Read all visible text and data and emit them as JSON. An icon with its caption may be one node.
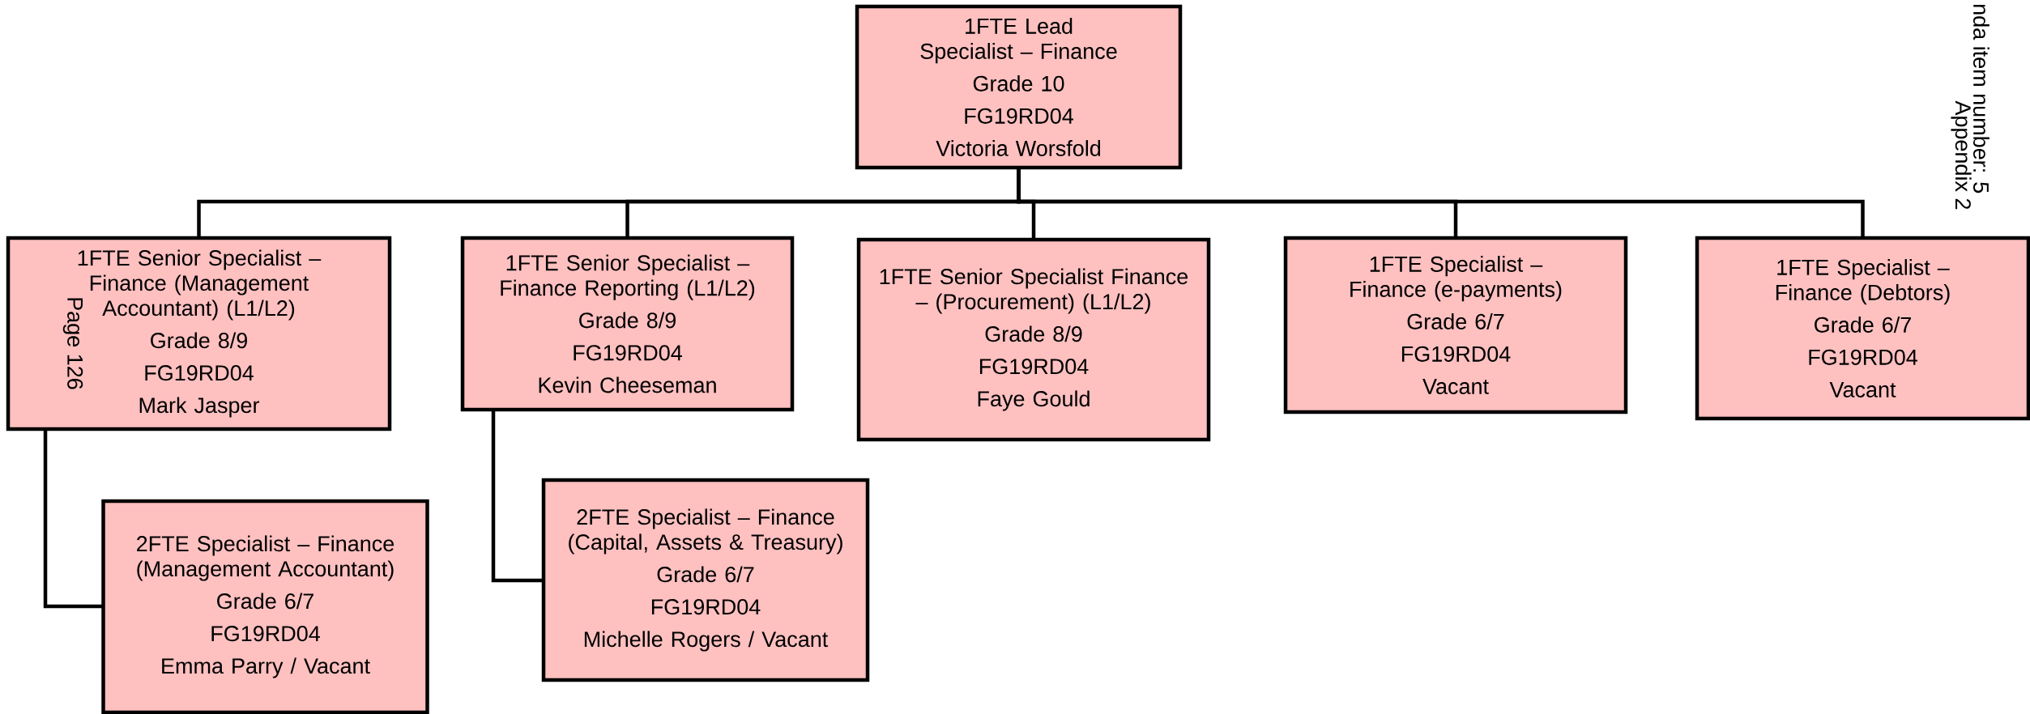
{
  "diagram": {
    "nodes": [
      {
        "text": [
          "1FTE Lead Specialist – Finance",
          "Grade 10",
          "FG19RD04",
          "Victoria Worsfold"
        ]
      },
      {
        "text": [
          "1FTE Senior Specialist – Finance (Management Accountant) (L1/L2)",
          "Grade 8/9",
          "FG19RD04",
          "Mark Jasper"
        ]
      },
      {
        "text": [
          "1FTE Senior Specialist – Finance Reporting (L1/L2)",
          "Grade 8/9",
          "FG19RD04",
          "Kevin Cheeseman"
        ]
      },
      {
        "text": [
          "1FTE Senior Specialist Finance – (Procurement) (L1/L2)",
          "Grade 8/9",
          "FG19RD04",
          "Faye Gould"
        ]
      },
      {
        "text": [
          "1FTE Specialist – Finance (e-payments)",
          "Grade 6/7",
          "FG19RD04",
          "Vacant"
        ]
      },
      {
        "text": [
          "1FTE Specialist – Finance (Debtors)",
          "Grade 6/7",
          "FG19RD04",
          "Vacant"
        ]
      },
      {
        "text": [
          "2FTE Specialist – Finance (Management Accountant)",
          "Grade 6/7",
          "FG19RD04",
          "Emma Parry / Vacant"
        ]
      },
      {
        "text": [
          "2FTE Specialist – Finance (Capital, Assets & Treasury)",
          "Grade 6/7",
          "FG19RD04",
          "Michelle Rogers / Vacant"
        ]
      }
    ],
    "edges": [
      {
        "from": 0,
        "to": 1,
        "arrow": "none"
      },
      {
        "from": 0,
        "to": 2,
        "arrow": "none"
      },
      {
        "from": 0,
        "to": 3,
        "arrow": "none"
      },
      {
        "from": 0,
        "to": 4,
        "arrow": "none"
      },
      {
        "from": 0,
        "to": 5,
        "arrow": "none"
      },
      {
        "from": 1,
        "to": 6,
        "arrow": "none"
      },
      {
        "from": 2,
        "to": 7,
        "arrow": "none"
      }
    ],
    "labels": [
      "nda item number: 5",
      "Appendix 2",
      "Page 126"
    ]
  }
}
